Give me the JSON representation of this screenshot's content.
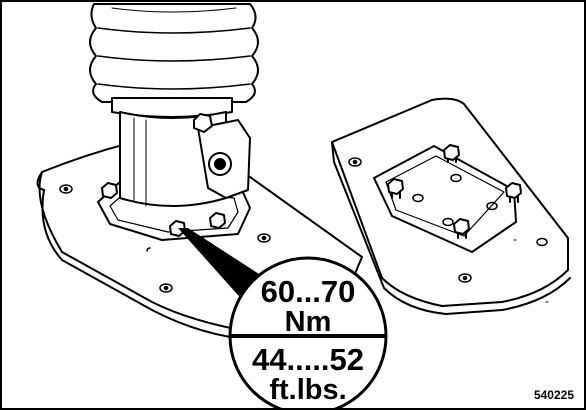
{
  "torque_callout": {
    "metric_range": "60...70",
    "metric_unit": "Nm",
    "imperial_range": "44.....52",
    "imperial_unit": "ft.lbs."
  },
  "figure_number": "540225",
  "colors": {
    "line": "#000000",
    "background": "#ffffff"
  }
}
